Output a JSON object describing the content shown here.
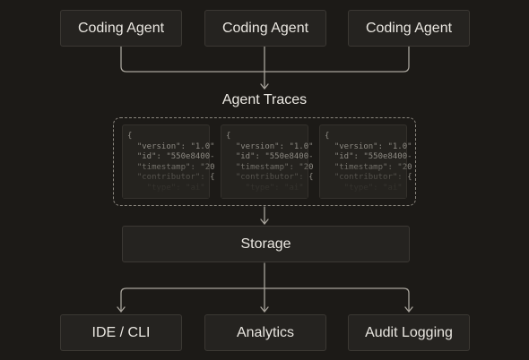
{
  "agents": [
    {
      "label": "Coding Agent"
    },
    {
      "label": "Coding Agent"
    },
    {
      "label": "Coding Agent"
    }
  ],
  "traces": {
    "title": "Agent Traces",
    "cards": [
      {
        "lines": [
          "{",
          "  \"version\": \"1.0\"",
          "  \"id\": \"550e8400-",
          "  \"timestamp\": \"20",
          "  \"contributor\": {",
          "    \"type\": \"ai\""
        ]
      },
      {
        "lines": [
          "{",
          "  \"version\": \"1.0\"",
          "  \"id\": \"550e8400-",
          "  \"timestamp\": \"20",
          "  \"contributor\": {",
          "    \"type\": \"ai\""
        ]
      },
      {
        "lines": [
          "{",
          "  \"version\": \"1.0\"",
          "  \"id\": \"550e8400-",
          "  \"timestamp\": \"20",
          "  \"contributor\": {",
          "    \"type\": \"ai\""
        ]
      }
    ]
  },
  "storage": {
    "label": "Storage"
  },
  "outputs": [
    {
      "label": "IDE / CLI"
    },
    {
      "label": "Analytics"
    },
    {
      "label": "Audit Logging"
    }
  ],
  "colors": {
    "background": "#1c1a17",
    "node_fill": "#252320",
    "node_border": "#3b3833",
    "connector": "#a8a49c",
    "text": "#e9e6e0",
    "code_text": "#8d8a83"
  }
}
